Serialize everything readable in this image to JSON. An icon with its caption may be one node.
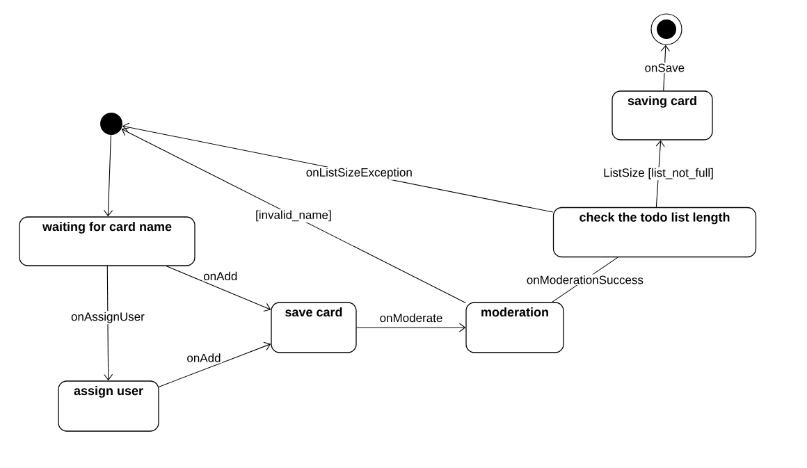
{
  "diagram": {
    "nodes": [
      {
        "text": [],
        "shape": "circle"
      },
      {
        "text": [
          "waiting for card name"
        ]
      },
      {
        "text": [
          "save card"
        ]
      },
      {
        "text": [
          "moderation"
        ]
      },
      {
        "text": [
          "check the todo list length"
        ]
      },
      {
        "text": [
          "saving card"
        ]
      },
      {
        "text": [],
        "shape": "circle"
      },
      {
        "text": [
          "assign user"
        ]
      }
    ],
    "edges": [
      {
        "from": 0,
        "to": 1,
        "arrow": "to"
      },
      {
        "from": 1,
        "to": 2,
        "arrow": "to",
        "label": "onAdd"
      },
      {
        "from": 1,
        "to": 7,
        "arrow": "to",
        "label": "onAssignUser"
      },
      {
        "from": 7,
        "to": 2,
        "arrow": "to",
        "label": "onAdd"
      },
      {
        "from": 2,
        "to": 3,
        "arrow": "to",
        "label": "onModerate"
      },
      {
        "from": 3,
        "to": 0,
        "arrow": "to",
        "label": "[invalid_name]"
      },
      {
        "from": 3,
        "to": 4,
        "arrow": "none",
        "label": "onModerationSuccess"
      },
      {
        "from": 4,
        "to": 0,
        "arrow": "to",
        "label": "onListSizeException"
      },
      {
        "from": 4,
        "to": 5,
        "arrow": "to",
        "label": "ListSize [list_not_full]"
      },
      {
        "from": 5,
        "to": 6,
        "arrow": "to",
        "label": "onSave"
      }
    ]
  }
}
